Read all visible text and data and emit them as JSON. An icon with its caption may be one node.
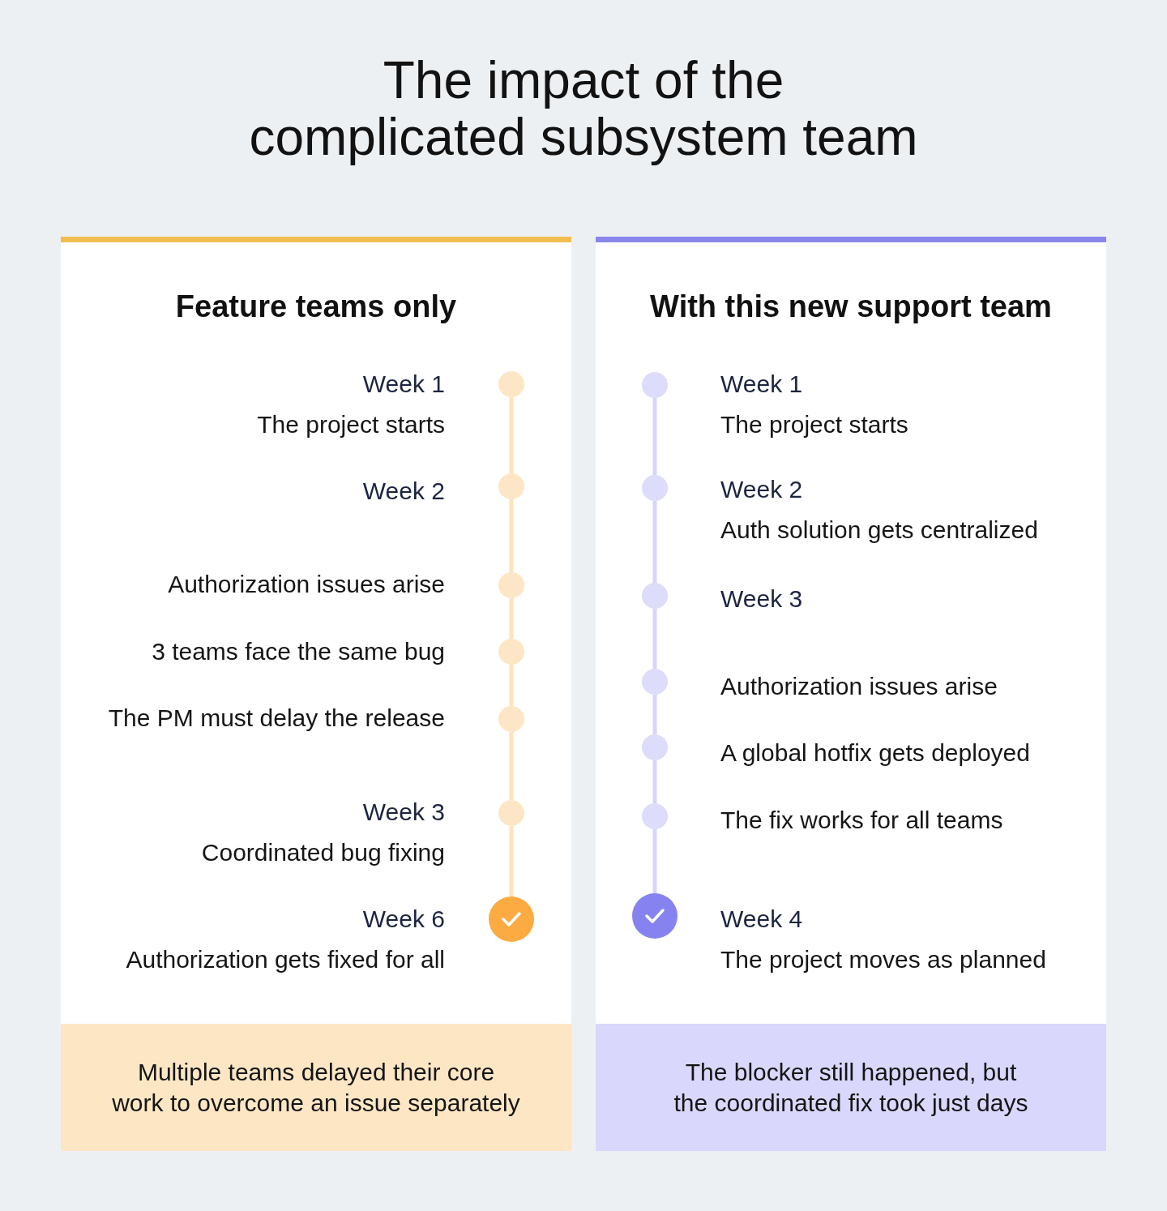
{
  "diagram": {
    "title": "The impact of the complicated subsystem team",
    "nodes": [
      {
        "text": [
          "Feature teams only"
        ]
      },
      {
        "text": [],
        "shape": "circle",
        "in": 0,
        "beside": [
          "Week 1",
          "The project starts"
        ]
      },
      {
        "text": [],
        "shape": "circle",
        "in": 0,
        "beside": [
          "Week 2"
        ]
      },
      {
        "text": [],
        "shape": "circle",
        "in": 0,
        "beside": [
          "Authorization issues arise"
        ]
      },
      {
        "text": [],
        "shape": "circle",
        "in": 0,
        "beside": [
          "3 teams face the same bug"
        ]
      },
      {
        "text": [],
        "shape": "circle",
        "in": 0,
        "beside": [
          "The PM must delay the release"
        ]
      },
      {
        "text": [],
        "shape": "circle",
        "in": 0,
        "beside": [
          "Week 3",
          "Coordinated bug fixing"
        ]
      },
      {
        "text": [],
        "shape": "circle",
        "in": 0,
        "beside": [
          "Week 6",
          "Authorization gets fixed for all"
        ]
      },
      {
        "text": [
          "Multiple teams delayed their core work to overcome an issue separately"
        ],
        "in": 0
      },
      {
        "text": [
          "With this new support team"
        ]
      },
      {
        "text": [],
        "shape": "circle",
        "in": 9,
        "beside": [
          "Week 1",
          "The project starts"
        ]
      },
      {
        "text": [],
        "shape": "circle",
        "in": 9,
        "beside": [
          "Week 2",
          "Auth solution gets centralized"
        ]
      },
      {
        "text": [],
        "shape": "circle",
        "in": 9,
        "beside": [
          "Week 3"
        ]
      },
      {
        "text": [],
        "shape": "circle",
        "in": 9,
        "beside": [
          "Authorization issues arise"
        ]
      },
      {
        "text": [],
        "shape": "circle",
        "in": 9,
        "beside": [
          "A global hotfix gets deployed"
        ]
      },
      {
        "text": [],
        "shape": "circle",
        "in": 9,
        "beside": [
          "The fix works for all teams"
        ]
      },
      {
        "text": [],
        "shape": "circle",
        "in": 9,
        "beside": [
          "Week 4",
          "The project moves as planned"
        ]
      },
      {
        "text": [
          "The blocker still happened, but the coordinated fix took just days"
        ],
        "in": 9
      }
    ],
    "edges": [
      {
        "from": 1,
        "to": 2,
        "arrow": "none",
        "color": "#fde3bd"
      },
      {
        "from": 2,
        "to": 3,
        "arrow": "none",
        "color": "#fde3bd"
      },
      {
        "from": 3,
        "to": 4,
        "arrow": "none",
        "color": "#fde3bd"
      },
      {
        "from": 4,
        "to": 5,
        "arrow": "none",
        "color": "#fde3bd"
      },
      {
        "from": 5,
        "to": 6,
        "arrow": "none",
        "color": "#fde3bd"
      },
      {
        "from": 6,
        "to": 7,
        "arrow": "none",
        "color": "#fde3bd"
      },
      {
        "from": 10,
        "to": 11,
        "arrow": "none",
        "color": "#d7d5fa"
      },
      {
        "from": 11,
        "to": 12,
        "arrow": "none",
        "color": "#d7d5fa"
      },
      {
        "from": 12,
        "to": 13,
        "arrow": "none",
        "color": "#d7d5fa"
      },
      {
        "from": 13,
        "to": 14,
        "arrow": "none",
        "color": "#d7d5fa"
      },
      {
        "from": 14,
        "to": 15,
        "arrow": "none",
        "color": "#d7d5fa"
      },
      {
        "from": 15,
        "to": 16,
        "arrow": "none",
        "color": "#d7d5fa"
      }
    ]
  }
}
